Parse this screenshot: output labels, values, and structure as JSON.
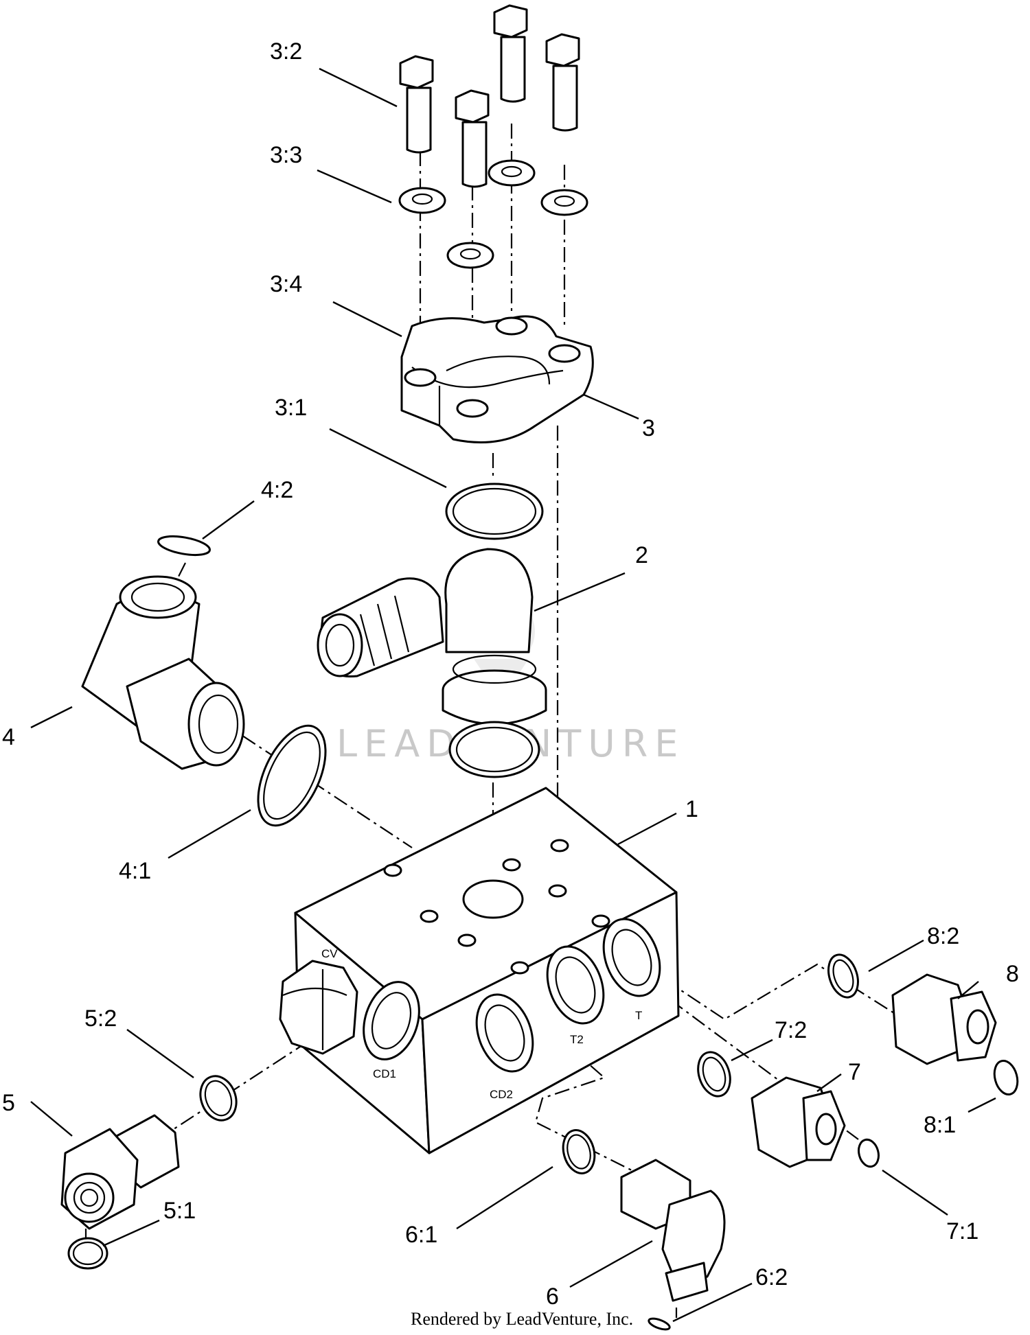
{
  "callouts": {
    "c_3_2": "3:2",
    "c_3_3": "3:3",
    "c_3_4": "3:4",
    "c_3_1": "3:1",
    "c_3": "3",
    "c_4_2": "4:2",
    "c_2": "2",
    "c_4": "4",
    "c_4_1": "4:1",
    "c_1": "1",
    "c_8_2": "8:2",
    "c_8": "8",
    "c_7_2": "7:2",
    "c_7": "7",
    "c_8_1": "8:1",
    "c_5_2": "5:2",
    "c_5": "5",
    "c_5_1": "5:1",
    "c_6_1": "6:1",
    "c_7_1": "7:1",
    "c_6_2": "6:2",
    "c_6": "6"
  },
  "ports": {
    "cv": "CV",
    "cd1": "CD1",
    "cd2": "CD2",
    "t2": "T2",
    "t": "T"
  },
  "watermark": "LEADVENTURE",
  "credit": "Rendered by LeadVenture, Inc."
}
